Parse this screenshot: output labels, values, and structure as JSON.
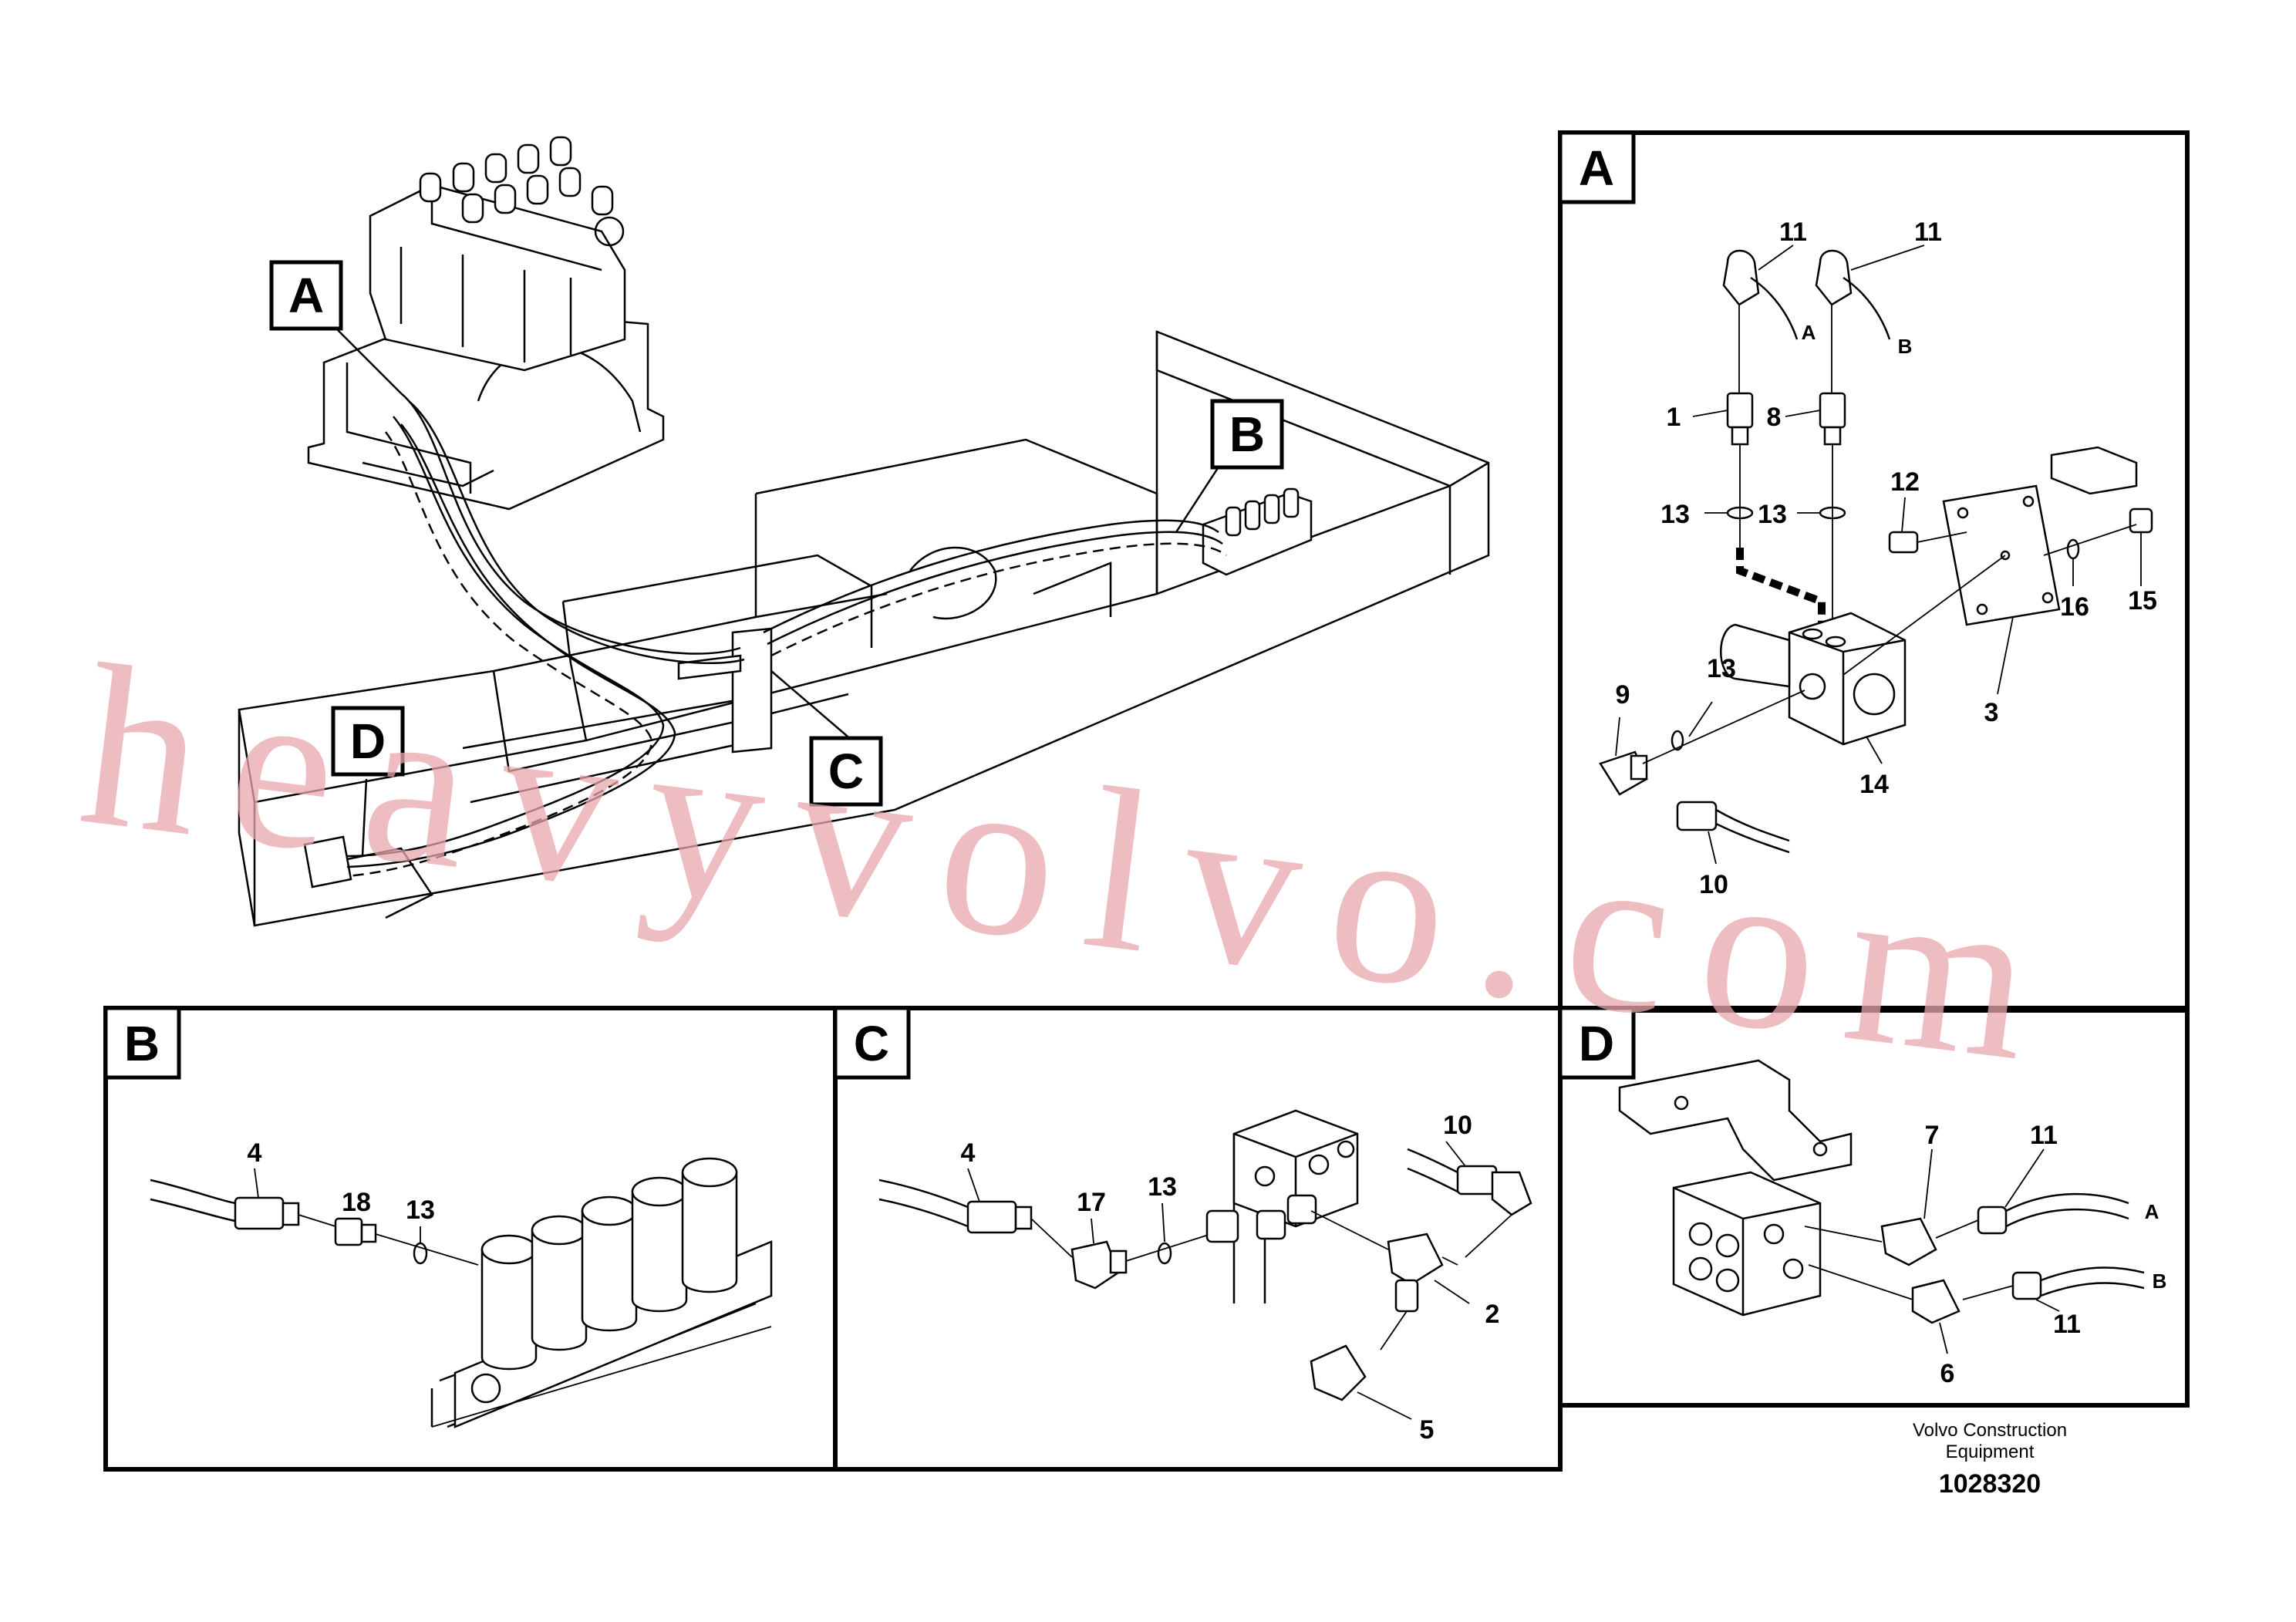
{
  "callouts": {
    "a": "A",
    "b": "B",
    "c": "C",
    "d": "D"
  },
  "panels": {
    "a": {
      "header": "A",
      "labels": {
        "p11a": "11",
        "p11b": "11",
        "pa": "A",
        "pb": "B",
        "p1": "1",
        "p8": "8",
        "p12": "12",
        "p13a": "13",
        "p13b": "13",
        "p13c": "13",
        "p16": "16",
        "p15": "15",
        "p9": "9",
        "p3": "3",
        "p14": "14",
        "p10": "10"
      }
    },
    "b": {
      "header": "B",
      "labels": {
        "p4": "4",
        "p18": "18",
        "p13": "13"
      }
    },
    "c": {
      "header": "C",
      "labels": {
        "p4": "4",
        "p17": "17",
        "p13": "13",
        "p10": "10",
        "p2": "2",
        "p5": "5"
      }
    },
    "d": {
      "header": "D",
      "labels": {
        "p7": "7",
        "p11a": "11",
        "pa": "A",
        "pb": "B",
        "p11b": "11",
        "p6": "6"
      }
    }
  },
  "footer": {
    "company_line1": "Volvo Construction",
    "company_line2": "Equipment",
    "drawing_number": "1028320"
  },
  "watermark": "heavyvolvo.com"
}
